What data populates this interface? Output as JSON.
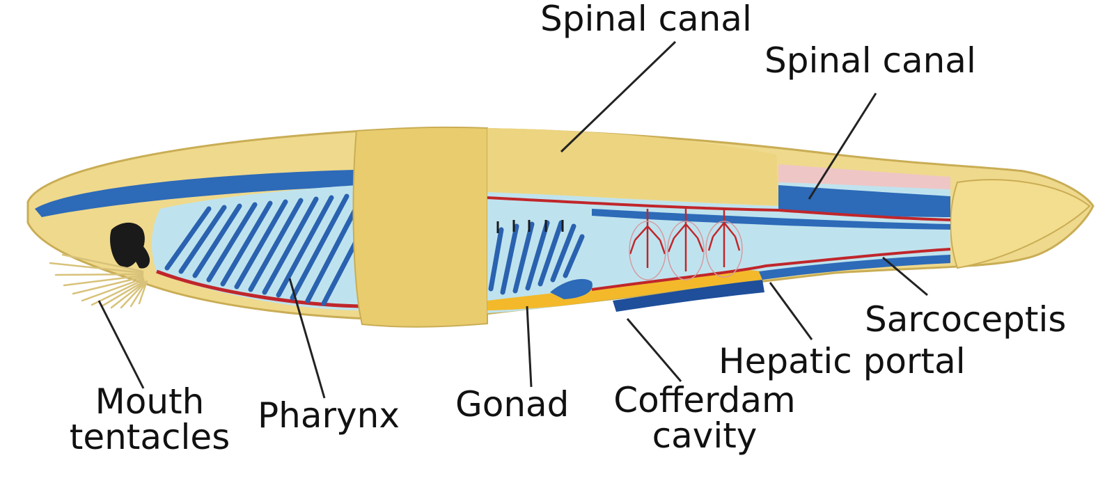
{
  "labels": {
    "spinal_canal_top": "Spinal canal",
    "spinal_canal_right": "Spinal canal",
    "mouth_tentacles_line1": "Mouth",
    "mouth_tentacles_line2": "tentacles",
    "pharynx": "Pharynx",
    "gonad": "Gonad",
    "cofferdam_line1": "Cofferdam",
    "cofferdam_line2": "cavity",
    "hepatic_portal": "Hepatic portal",
    "sarcoceptis": "Sarcoceptis"
  },
  "colors": {
    "body_yellow": "#efd98c",
    "band_yellow": "#e6c764",
    "cavity_light_blue": "#bfe3ee",
    "gill_blue": "#2a62b0",
    "notochord_blue": "#2d6ab8",
    "vessel_red": "#c0262b",
    "gonad_yellow": "#f3b92a",
    "mouth_black": "#1a1a1a",
    "leader_line": "#222222"
  }
}
